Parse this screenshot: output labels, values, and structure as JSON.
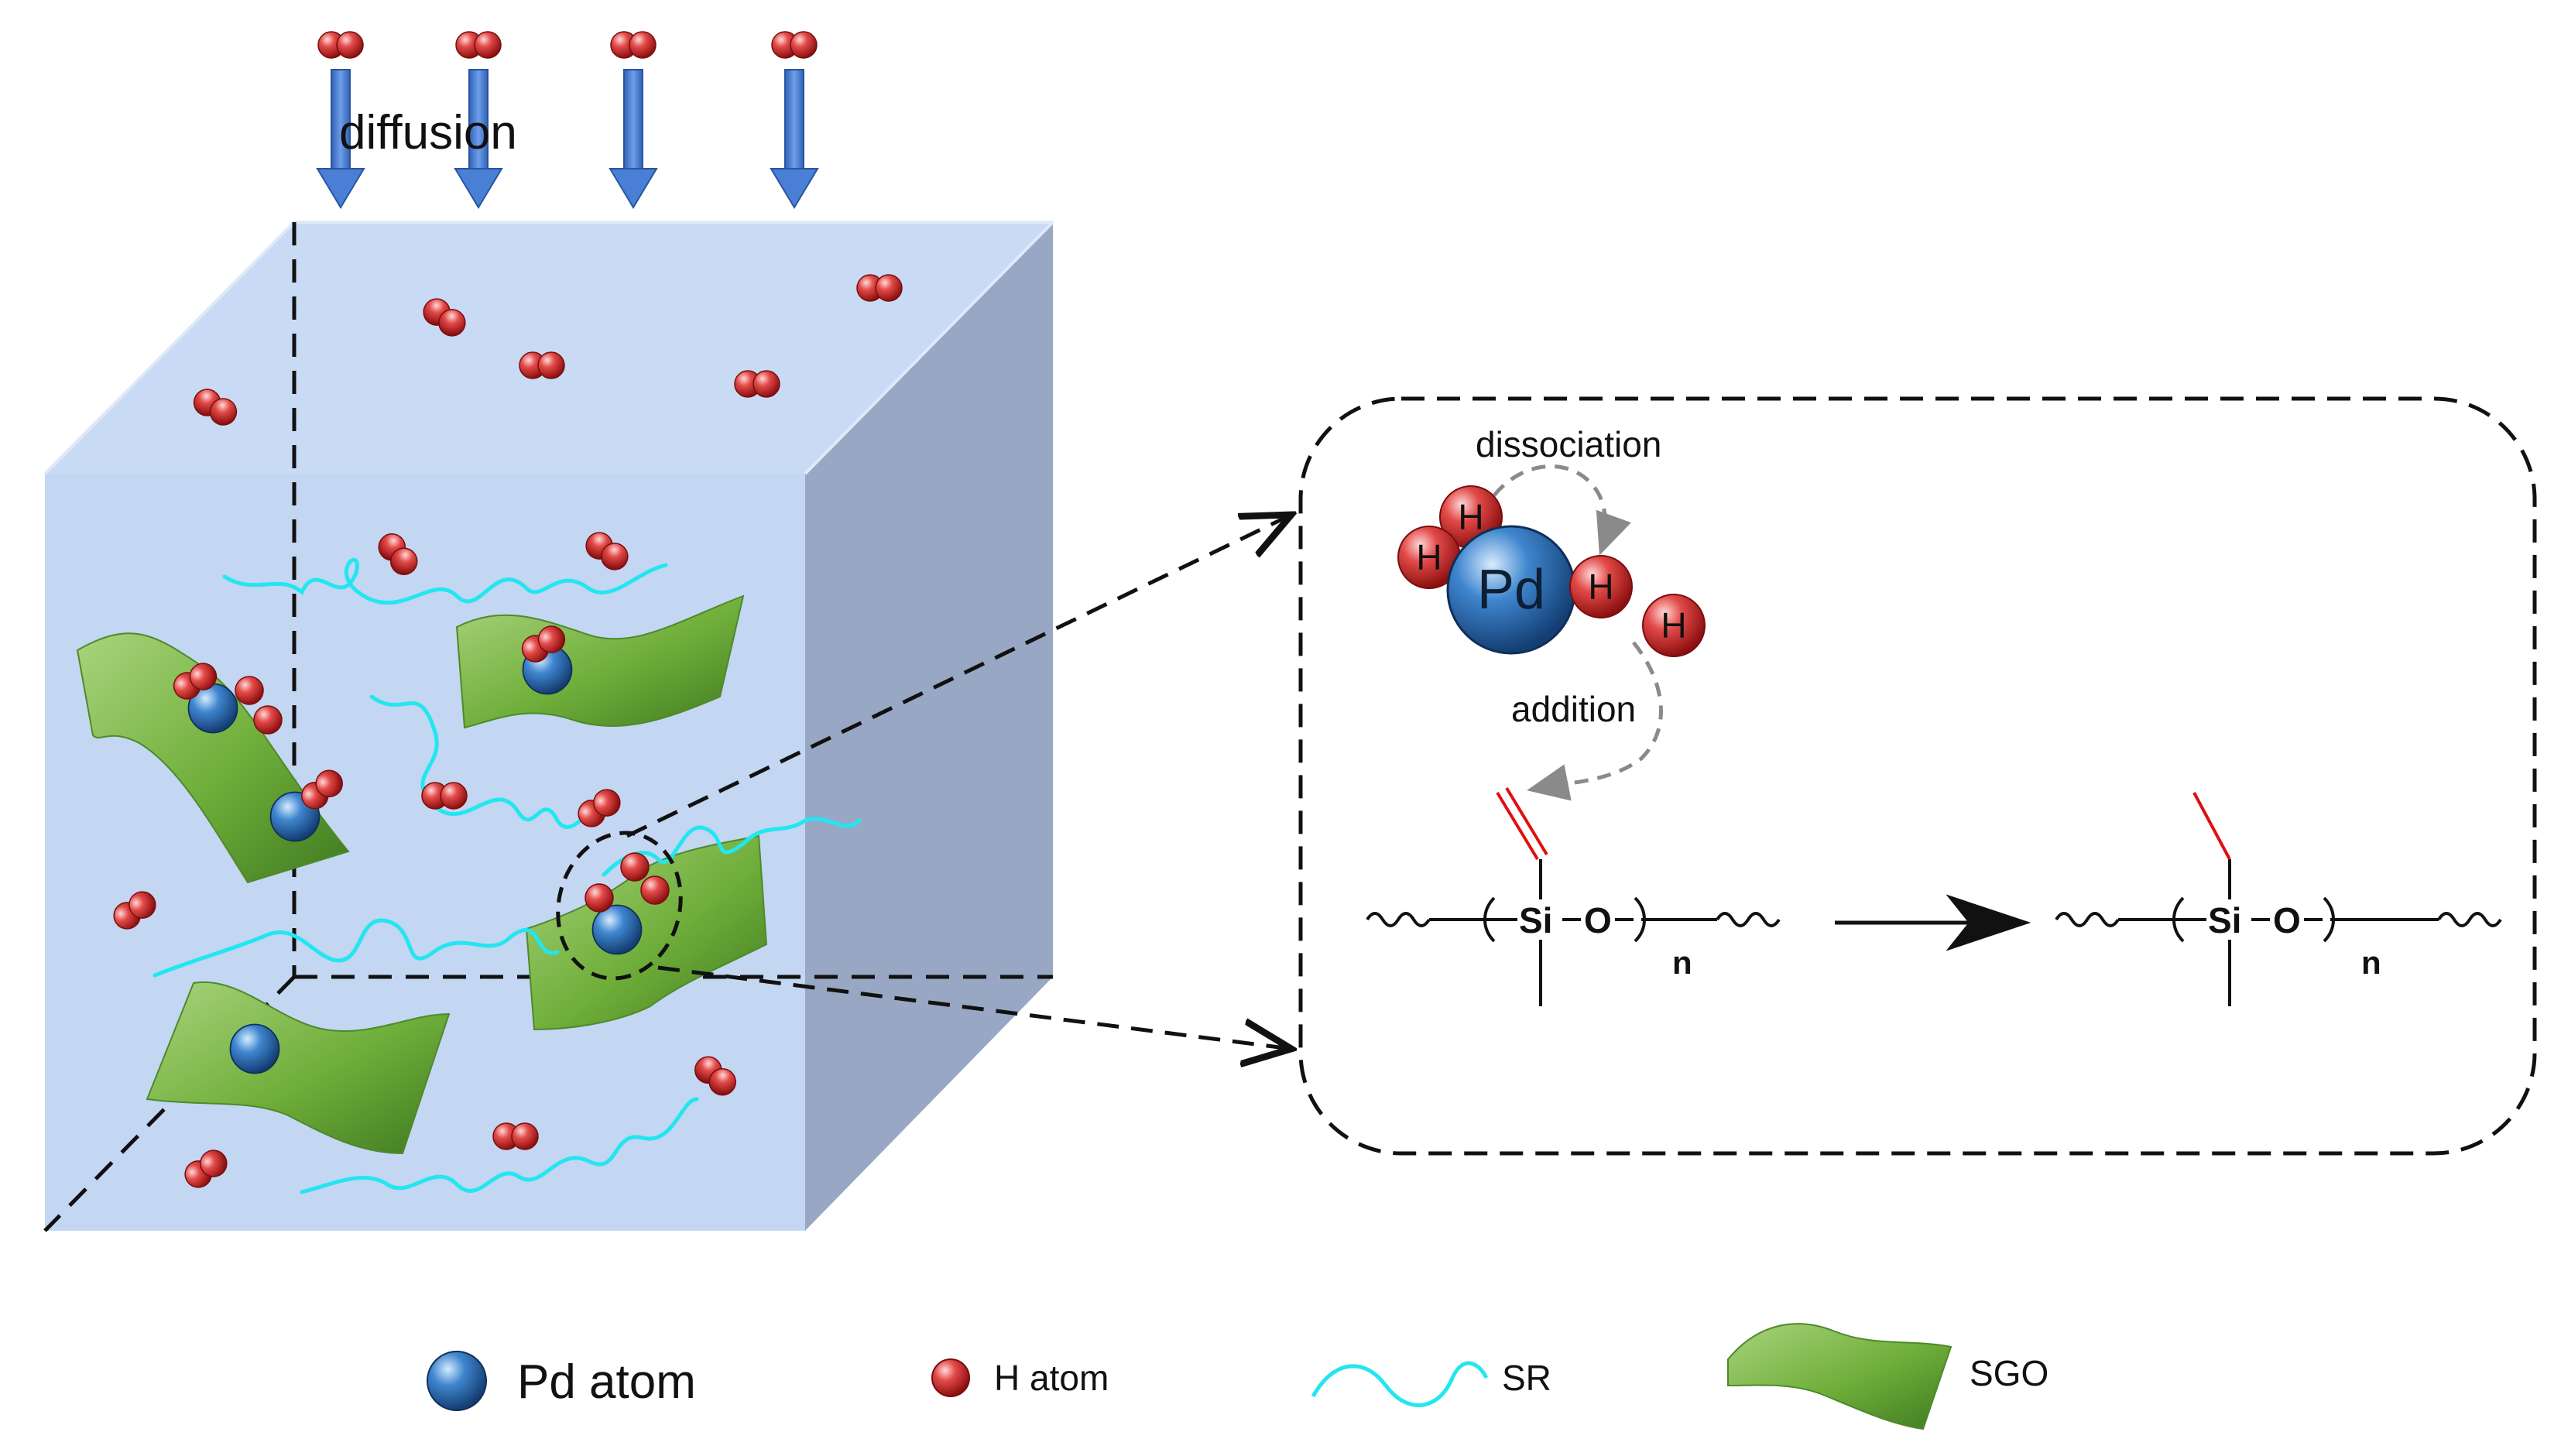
{
  "labels": {
    "diffusion": "diffusion",
    "dissociation": "dissociation",
    "addition": "addition",
    "h": "H",
    "pd": "Pd"
  },
  "chemistry": {
    "left": {
      "si": "Si",
      "o": "O",
      "n": "n"
    },
    "right": {
      "si": "Si",
      "o": "O",
      "n": "n"
    }
  },
  "legend": [
    {
      "key": "pd",
      "label": "Pd atom",
      "icon": "pd-atom-icon"
    },
    {
      "key": "h",
      "label": "H atom",
      "icon": "h-atom-icon"
    },
    {
      "key": "sr",
      "label": "SR",
      "icon": "sr-chain-icon"
    },
    {
      "key": "sgo",
      "label": "SGO",
      "icon": "sgo-sheet-icon"
    }
  ],
  "colors": {
    "cube_front": "#c3d6f2",
    "cube_top": "#c9dbf4",
    "cube_side": "#98a8c4",
    "arrow": "#4a7fd6",
    "h_atom": "#c0201f",
    "pd_atom": "#1f5ea6",
    "sr_chain": "#22e6f0",
    "sgo_sheet": "#6fae3a",
    "vinyl_bond": "#e01010"
  }
}
